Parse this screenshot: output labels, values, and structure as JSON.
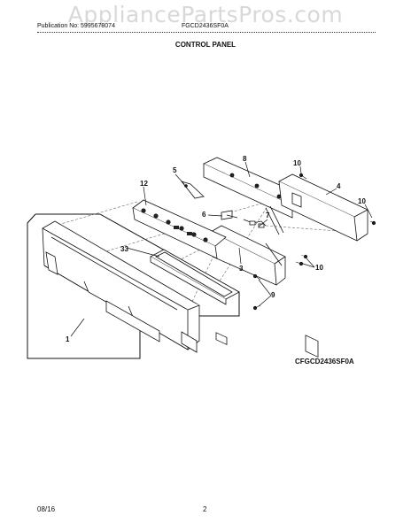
{
  "watermark": "AppliancePartsPros.com",
  "header": {
    "publication": "Publication No: 5995678074",
    "model": "FGCD2436SF0A"
  },
  "section_title": "CONTROL PANEL",
  "diagram_code": "CFGCD2436SF0A",
  "callouts": {
    "c1": "1",
    "c3": "3",
    "c4": "4",
    "c5": "5",
    "c6": "6",
    "c7": "7",
    "c8": "8",
    "c9": "9",
    "c10a": "10",
    "c10b": "10",
    "c10c": "10",
    "c12": "12",
    "c33": "33"
  },
  "footer": {
    "date": "08/16",
    "page": "2"
  }
}
